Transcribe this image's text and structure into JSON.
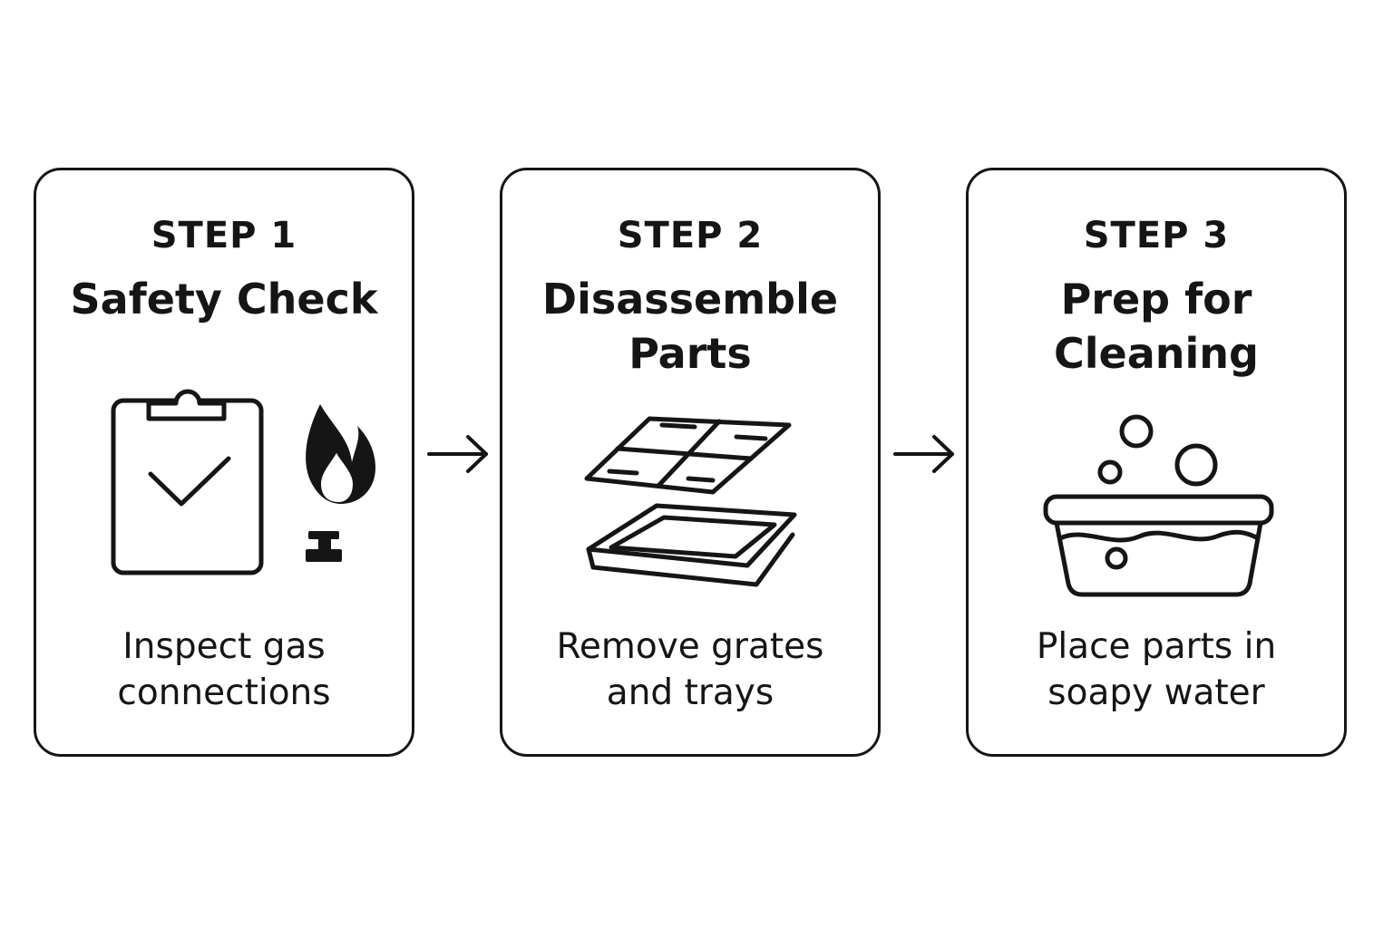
{
  "steps": [
    {
      "label": "STEP 1",
      "title_lines": [
        "Safety Check"
      ],
      "desc_lines": [
        "Inspect gas",
        "connections"
      ],
      "icons": [
        "clipboard-check-icon",
        "gas-flame-icon"
      ]
    },
    {
      "label": "STEP 2",
      "title_lines": [
        "Disassemble",
        "Parts"
      ],
      "desc_lines": [
        "Remove grates",
        "and trays"
      ],
      "icons": [
        "grate-icon",
        "tray-icon"
      ]
    },
    {
      "label": "STEP 3",
      "title_lines": [
        "Prep for",
        "Cleaning"
      ],
      "desc_lines": [
        "Place parts in",
        "soapy water"
      ],
      "icons": [
        "soapy-water-basin-icon"
      ]
    }
  ],
  "connectors": [
    "arrow-right-icon",
    "arrow-right-icon"
  ],
  "colors": {
    "ink": "#151515",
    "background": "#ffffff"
  }
}
